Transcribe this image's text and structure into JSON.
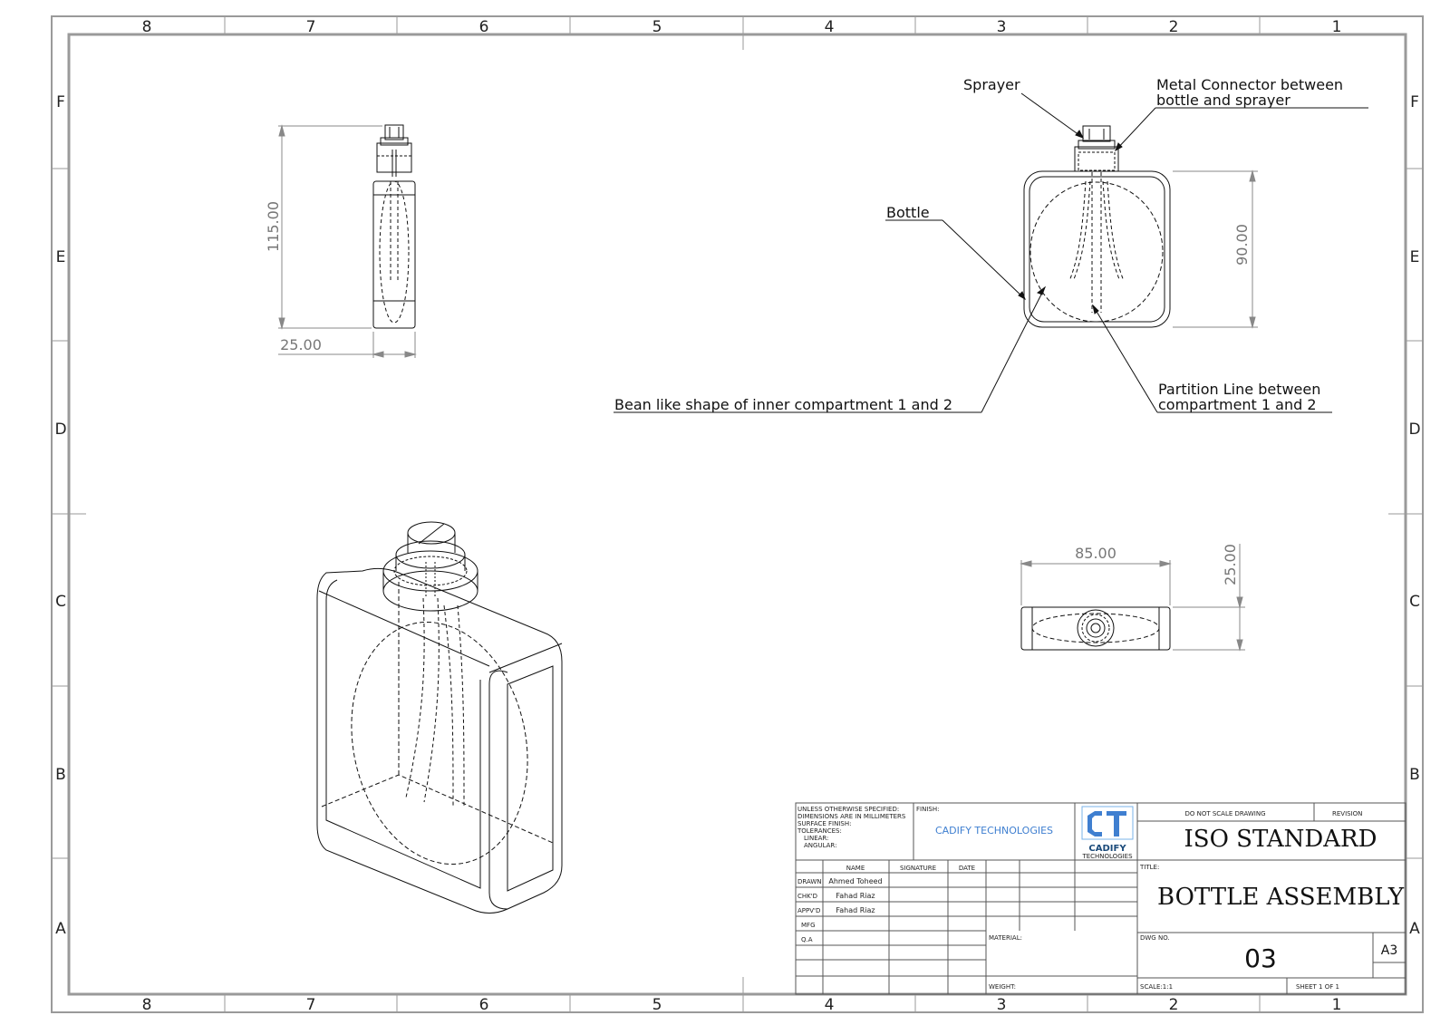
{
  "zones": {
    "columns": [
      "8",
      "7",
      "6",
      "5",
      "4",
      "3",
      "2",
      "1"
    ],
    "rows": [
      "F",
      "E",
      "D",
      "C",
      "B",
      "A"
    ]
  },
  "callouts": {
    "sprayer": "Sprayer",
    "metal_connector_line1": "Metal Connector between",
    "metal_connector_line2": "bottle and sprayer",
    "bottle": "Bottle",
    "bean_shape": "Bean like shape of inner compartment 1 and 2",
    "partition_line1": "Partition Line between",
    "partition_line2": "compartment 1 and 2"
  },
  "dimensions": {
    "side_height": "115.00",
    "side_width": "25.00",
    "front_height": "90.00",
    "top_width": "85.00",
    "top_depth": "25.00"
  },
  "title_block": {
    "unless_specified": [
      "UNLESS OTHERWISE SPECIFIED:",
      "DIMENSIONS ARE IN MILLIMETERS",
      "SURFACE FINISH:",
      "TOLERANCES:",
      "LINEAR:",
      "ANGULAR:"
    ],
    "finish_label": "FINISH:",
    "company": "CADIFY TECHNOLOGIES",
    "logo_text": "CADIFY",
    "logo_sub": "TECHNOLOGIES",
    "do_not_scale": "DO NOT SCALE DRAWING",
    "revision_label": "REVISION",
    "standard": "ISO STANDARD",
    "col_name": "NAME",
    "col_signature": "SIGNATURE",
    "col_date": "DATE",
    "row_drawn": "DRAWN",
    "row_chkd": "CHK'D",
    "row_apprd": "APPV'D",
    "row_mfg": "MFG",
    "row_qa": "Q.A",
    "drawn_name": "Ahmed Toheed",
    "chkd_name": "Fahad Riaz",
    "apprd_name": "Fahad Riaz",
    "title_label": "TITLE:",
    "title": "BOTTLE ASSEMBLY",
    "material_label": "MATERIAL:",
    "dwg_no_label": "DWG NO.",
    "dwg_no": "03",
    "sheet_size": "A3",
    "weight_label": "WEIGHT:",
    "scale": "SCALE:1:1",
    "sheet": "SHEET 1 OF 1"
  },
  "colors": {
    "line": "#111111",
    "border": "#9a9a9a",
    "dimension": "#888888",
    "company_blue": "#3f7fd0"
  }
}
